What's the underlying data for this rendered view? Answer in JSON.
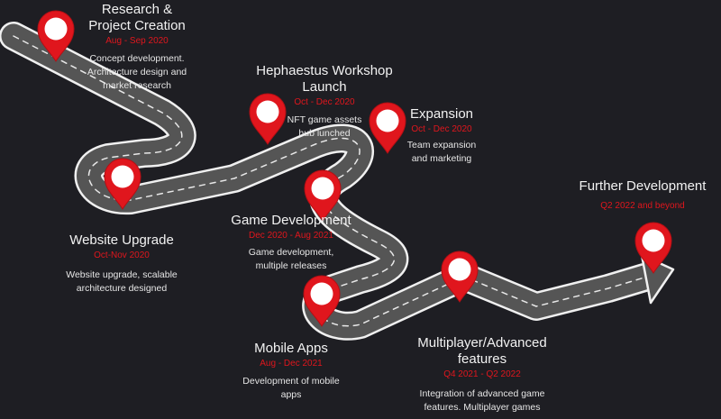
{
  "milestones": [
    {
      "title": "Research &\nProject Creation",
      "date": "Aug - Sep 2020",
      "description": "Concept development.\nArchitecture design and\nmarket research"
    },
    {
      "title": "Website Upgrade",
      "date": "Oct-Nov 2020",
      "description": "Website upgrade, scalable\narchitecture designed"
    },
    {
      "title": "Hephaestus Workshop\nLaunch",
      "date": "Oct - Dec 2020",
      "description": "NFT game assets\nhub lunched"
    },
    {
      "title": "Expansion",
      "date": "Oct - Dec 2020",
      "description": "Team expansion\nand marketing"
    },
    {
      "title": "Game Development",
      "date": "Dec 2020 - Aug 2021",
      "description": "Game development,\nmultiple releases"
    },
    {
      "title": "Mobile Apps",
      "date": "Aug - Dec 2021",
      "description": "Development of mobile\napps"
    },
    {
      "title": "Multiplayer/Advanced\nfeatures",
      "date": "Q4 2021 - Q2 2022",
      "description": "Integration of advanced game\nfeatures. Multiplayer games"
    },
    {
      "title": "Further Development",
      "date": "Q2 2022 and beyond",
      "description": ""
    }
  ],
  "colors": {
    "background": "#1e1e23",
    "road": "#555555",
    "road_edge": "#f0f0f0",
    "pin": "#e0161d",
    "date_text": "#e0161d"
  },
  "icons": {
    "pin": "map-pin-icon",
    "arrow": "arrow-head-icon"
  }
}
